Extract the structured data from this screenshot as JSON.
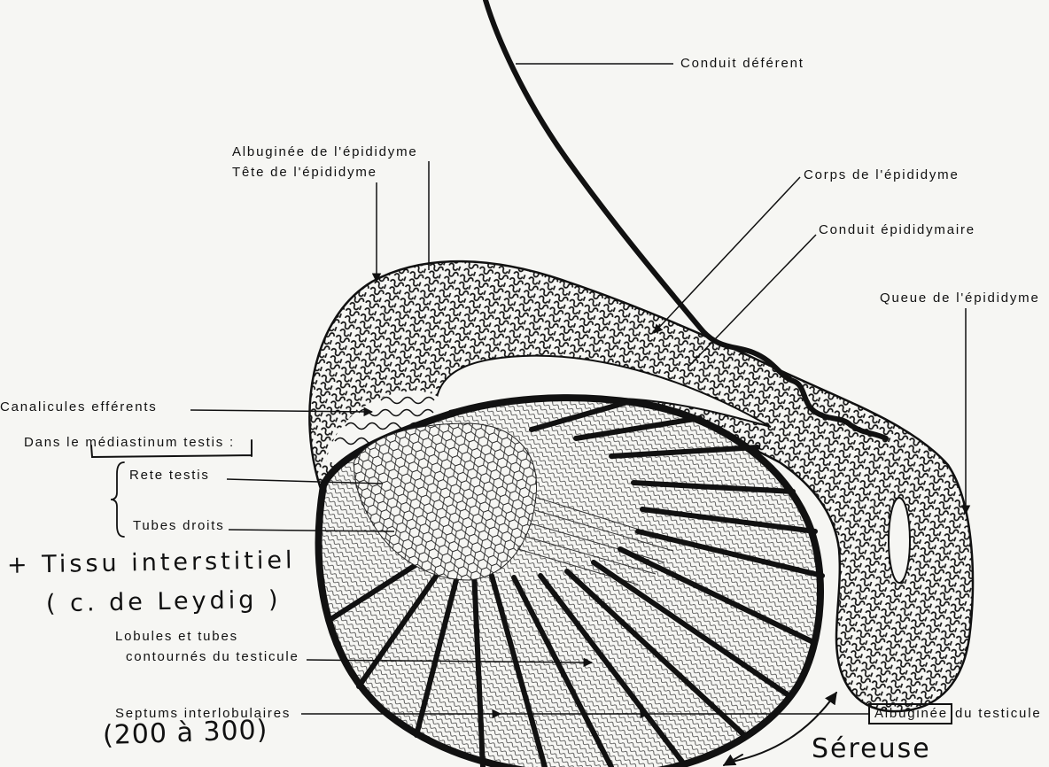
{
  "diagram": {
    "labels": {
      "conduit_deferent": "Conduit déférent",
      "albuginee_epididyme": "Albuginée de l'épididyme",
      "tete_epididyme": "Tête de l'épididyme",
      "corps_epididyme": "Corps de l'épididyme",
      "conduit_epididymaire": "Conduit épididymaire",
      "queue_epididyme": "Queue de l'épididyme",
      "canalicules_efferents": "Canalicules efférents",
      "mediastinum_testis": "Dans le médiastinum testis :",
      "rete_testis": "Rete testis",
      "tubes_droits": "Tubes droits",
      "lobules_tubes_line1": "Lobules et tubes",
      "lobules_tubes_line2": "contournés du testicule",
      "septums_interlobulaires": "Septums interlobulaires",
      "albuginee_testicule_boxed": "Albuginée",
      "albuginee_testicule_rest": "du testicule"
    },
    "handwritten_notes": {
      "tissu_interstitiel": "+ Tissu interstitiel",
      "cellules_leydig": "( c. de Leydig )",
      "septums_count": "(200 à 300)",
      "sereuse": "Séreuse"
    }
  },
  "colors": {
    "ink": "#111111",
    "paper": "#f6f6f3"
  }
}
